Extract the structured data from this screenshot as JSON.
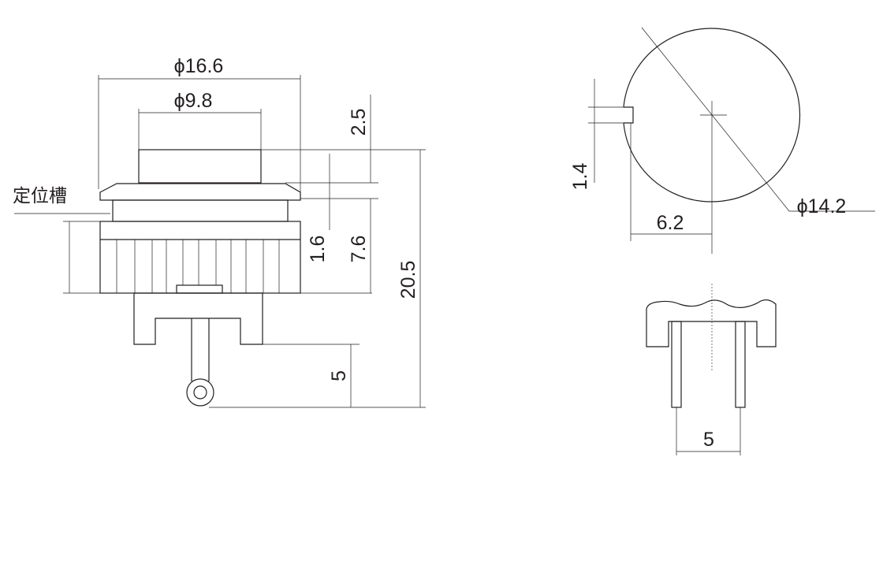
{
  "side_view": {
    "outer_diameter": "ϕ16.6",
    "cap_diameter": "ϕ9.8",
    "slot_label": "定位槽",
    "cap_height": "2.5",
    "flange_height": "1.6",
    "body_height": "7.6",
    "total_height": "20.5",
    "pin_length": "5"
  },
  "top_view": {
    "notch_width": "1.4",
    "notch_offset": "6.2",
    "diameter": "ϕ14.2"
  },
  "front_view": {
    "pin_spacing": "5"
  }
}
